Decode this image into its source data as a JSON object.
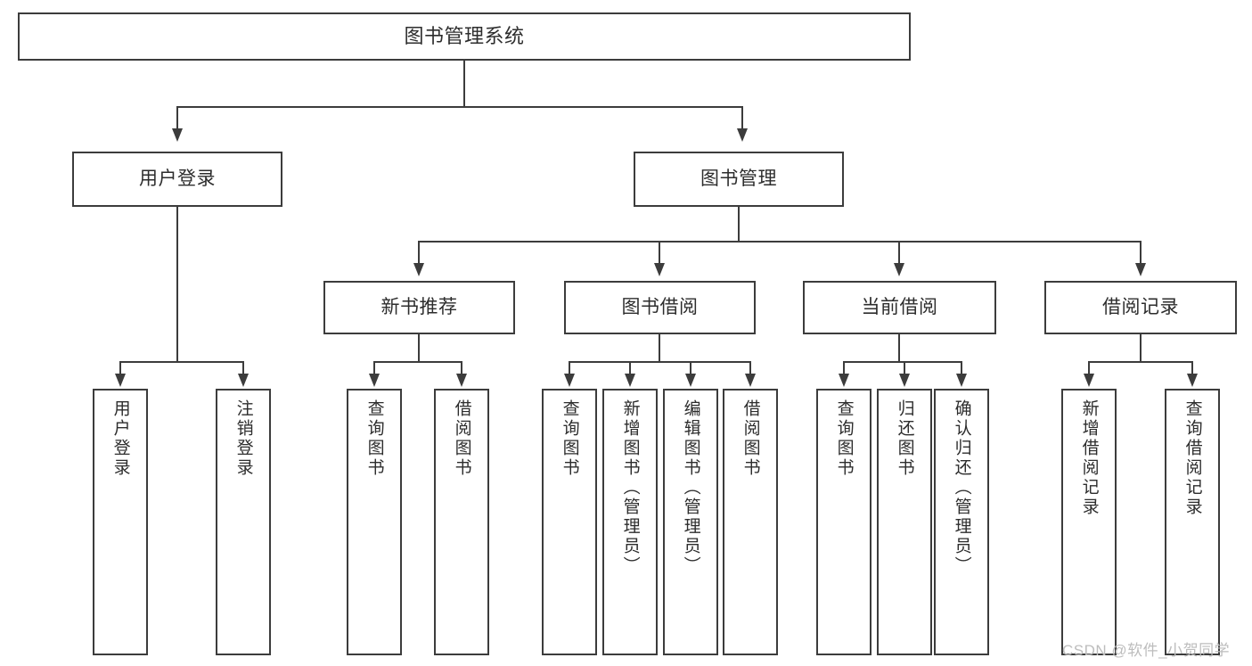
{
  "diagram": {
    "title": "图书管理系统",
    "watermark": "CSDN @软件_小贺同学",
    "colors": {
      "border": "#3c3c3c",
      "text": "#2d2d2d",
      "background": "#ffffff",
      "watermark": "#bdbdbd"
    },
    "levels": {
      "root": {
        "label": "图书管理系统"
      },
      "level1": [
        {
          "label": "用户登录"
        },
        {
          "label": "图书管理"
        }
      ],
      "level2": [
        {
          "label": "新书推荐"
        },
        {
          "label": "图书借阅"
        },
        {
          "label": "当前借阅"
        },
        {
          "label": "借阅记录"
        }
      ]
    },
    "leaves": {
      "user_login": [
        {
          "label": "用户登录"
        },
        {
          "label": "注销登录"
        }
      ],
      "new_book_recommend": [
        {
          "label": "查询图书"
        },
        {
          "label": "借阅图书"
        }
      ],
      "book_borrow": [
        {
          "label": "查询图书"
        },
        {
          "label": "新增图书（管理员）"
        },
        {
          "label": "编辑图书（管理员）"
        },
        {
          "label": "借阅图书"
        }
      ],
      "current_borrow": [
        {
          "label": "查询图书"
        },
        {
          "label": "归还图书"
        },
        {
          "label": "确认归还（管理员）"
        }
      ],
      "borrow_record": [
        {
          "label": "新增借阅记录"
        },
        {
          "label": "查询借阅记录"
        }
      ]
    }
  }
}
